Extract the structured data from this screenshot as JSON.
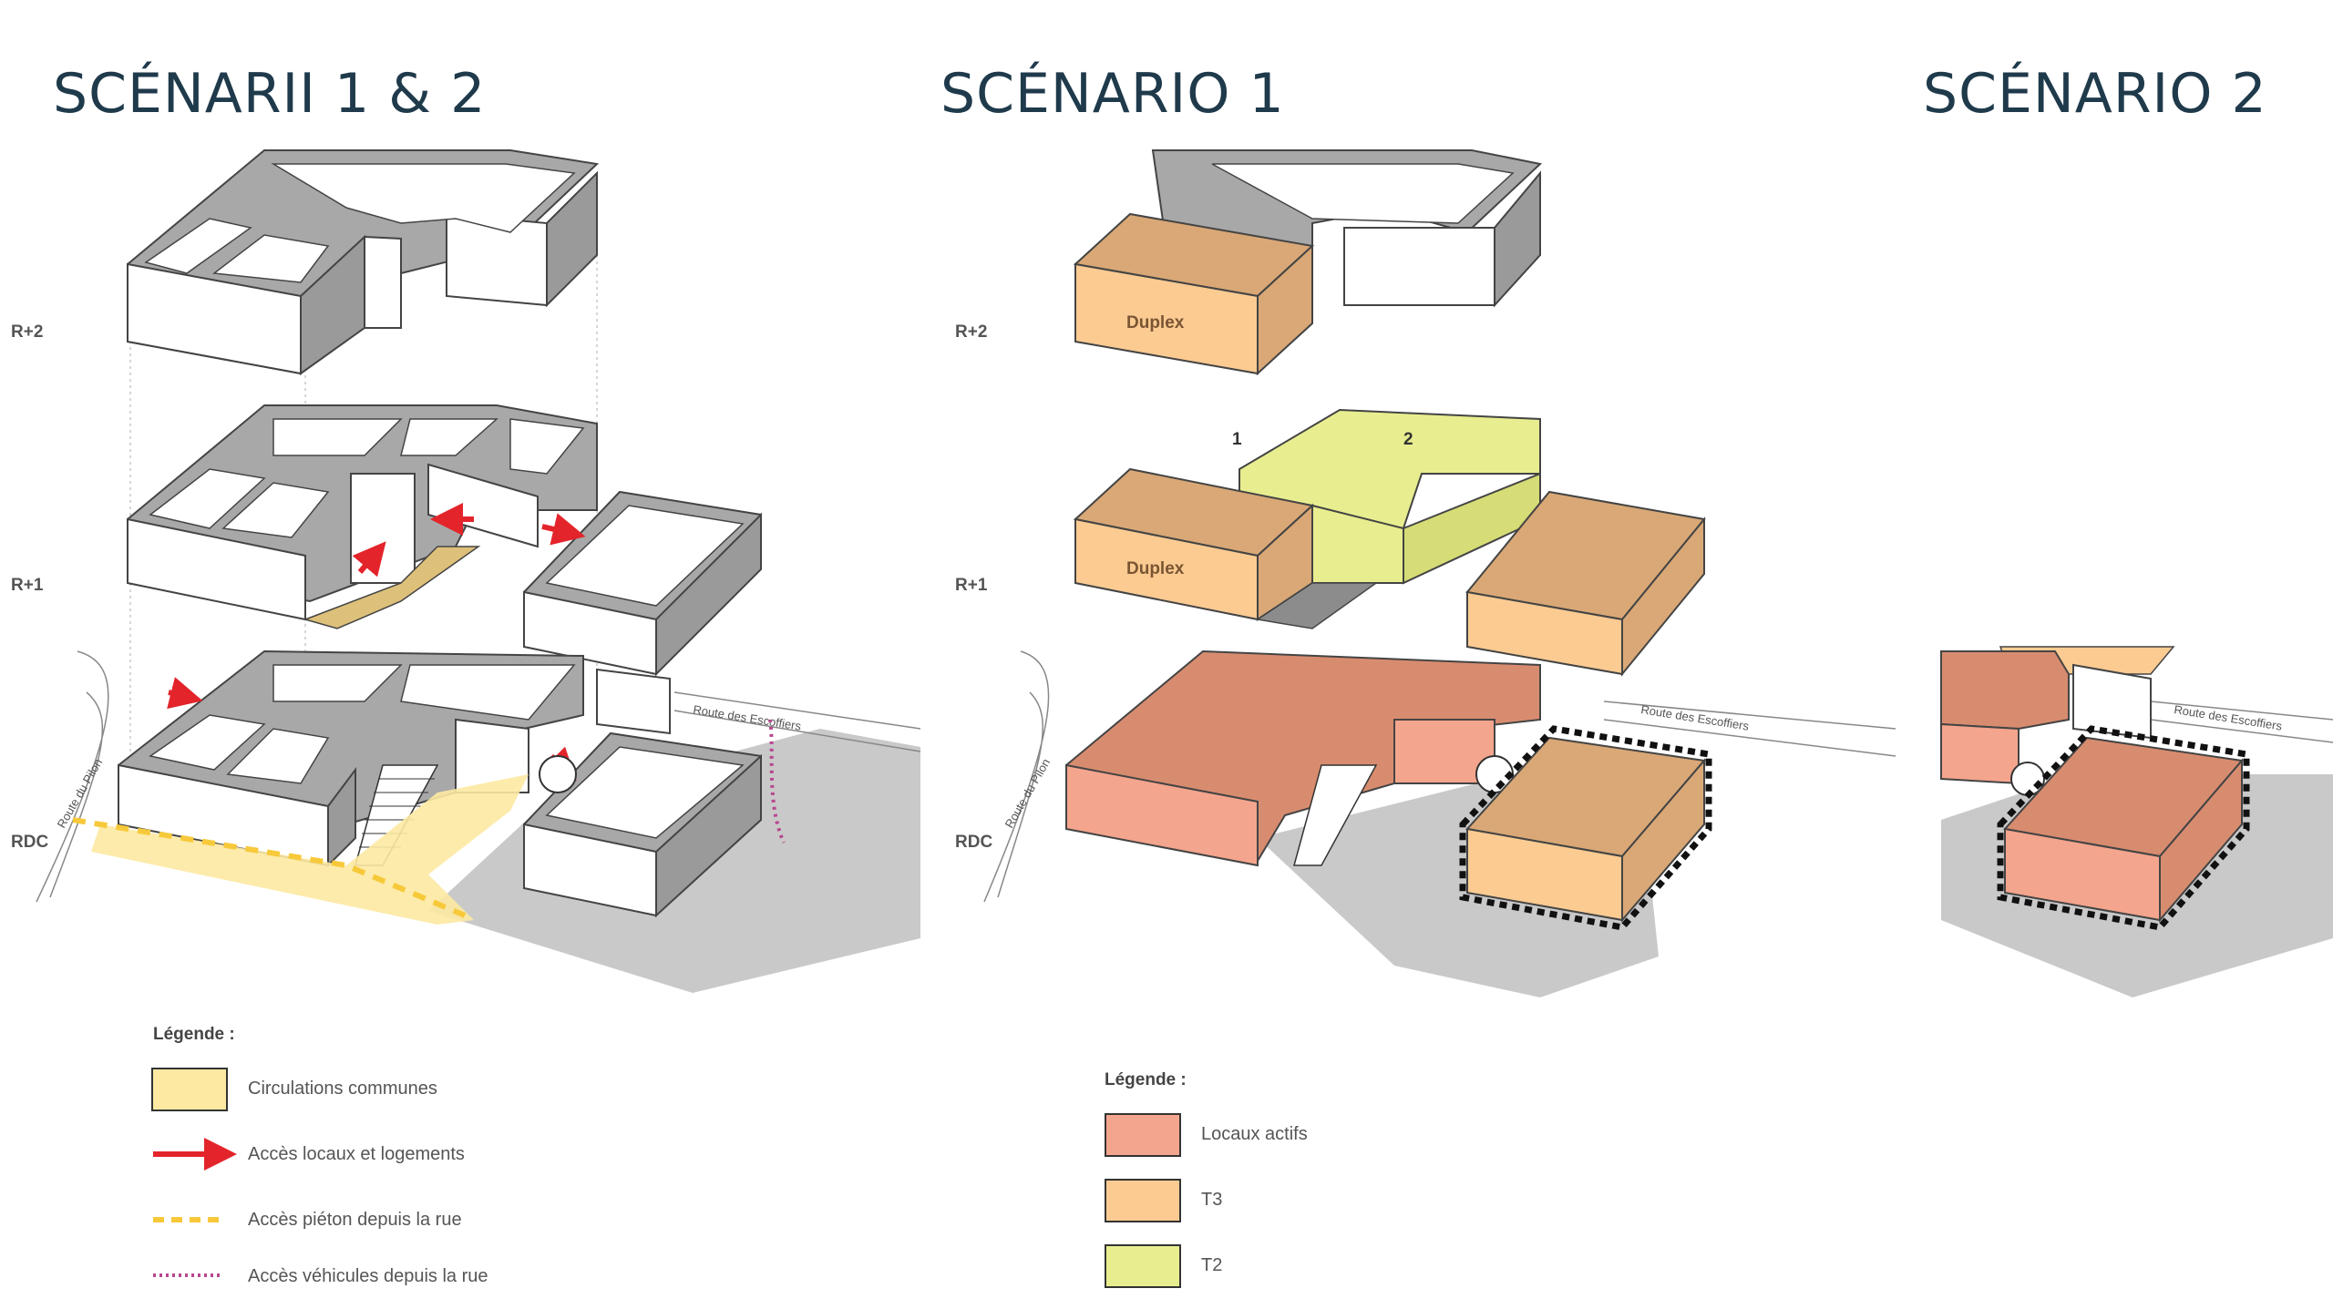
{
  "titles": {
    "s12": "SCÉNARII 1 & 2",
    "s1": "SCÉNARIO 1",
    "s2": "SCÉNARIO 2"
  },
  "levels": {
    "r2": "R+2",
    "r1": "R+1",
    "rdc": "RDC"
  },
  "streets": {
    "escoffiers": "Route des Escoffiers",
    "pilon": "Route du Pilon"
  },
  "units": {
    "duplex": "Duplex",
    "one": "1",
    "two": "2"
  },
  "legend_left": {
    "title": "Légende :",
    "items": [
      {
        "label": "Circulations communes",
        "kind": "swatch",
        "color": "#fde9a2"
      },
      {
        "label": "Accès locaux et logements",
        "kind": "red-arrow",
        "color": "#e3242b"
      },
      {
        "label": "Accès piéton depuis la rue",
        "kind": "yellow-dash",
        "color": "#f7c93a"
      },
      {
        "label": "Accès véhicules depuis la rue",
        "kind": "pink-dots",
        "color": "#b7478f"
      }
    ]
  },
  "legend_right": {
    "title": "Légende :",
    "items": [
      {
        "label": "Locaux actifs",
        "color": "#f4a58d"
      },
      {
        "label": "T3",
        "color": "#fbcb92"
      },
      {
        "label": "T2",
        "color": "#e8ee8f"
      }
    ]
  },
  "colors": {
    "wall_gray": "#8c8c8c",
    "wall_top": "#9a9a9a",
    "shadow": "#c9c9c9",
    "title_color": "#1f3a4b"
  }
}
